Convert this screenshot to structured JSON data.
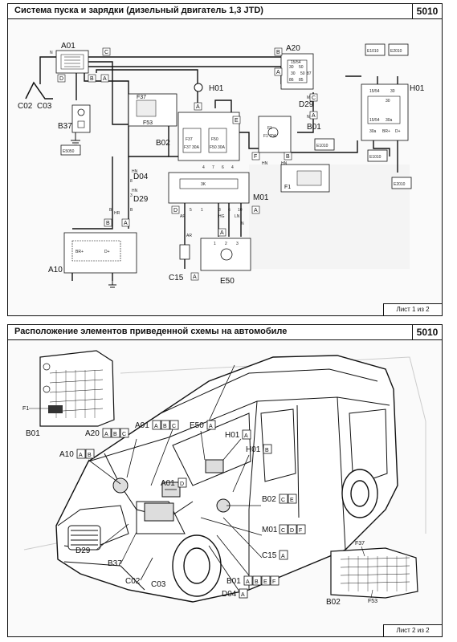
{
  "sheet1": {
    "title": "Система пуска и зарядки (дизельный двигатель 1,3 JTD)",
    "code": "5010",
    "footer": "Лист 1 из 2",
    "components": {
      "a01": "A01",
      "a20": "A20",
      "h01_top": "H01",
      "h01_right": "H01",
      "c02": "C02",
      "c03": "C03",
      "b37": "B37",
      "b02": "B02",
      "b01": "B01",
      "d29_top": "D29",
      "d04": "D04",
      "d29_left": "D29",
      "m01": "M01",
      "a10": "A10",
      "c15": "C15",
      "e50": "E50",
      "f37": "F37",
      "f53": "F53",
      "f1": "F1",
      "f37_small": "F37",
      "f50_small": "F50",
      "f1_small": "F1"
    },
    "ground_labels": [
      "E5050",
      "E1010",
      "E2010",
      "E1010",
      "E2010",
      "E1010"
    ],
    "connector_letters": [
      "C",
      "D",
      "B",
      "A",
      "B",
      "A",
      "C",
      "A",
      "A",
      "F",
      "B",
      "E",
      "D",
      "A",
      "B",
      "A",
      "A",
      "A"
    ],
    "wire_codes": [
      "N",
      "HN",
      "HN",
      "HR",
      "M",
      "N",
      "N",
      "LN",
      "HG",
      "AR",
      "AR",
      "HN",
      "HN"
    ],
    "pin_numbers": [
      "4",
      "7",
      "6",
      "4",
      "B",
      "B",
      "8",
      "3",
      "5",
      "1",
      "3",
      "6",
      "10",
      "1",
      "2",
      "3",
      "30",
      "50",
      "86",
      "85",
      "87",
      "15/54",
      "30",
      "30a",
      "BR+",
      "D+"
    ],
    "box_labels": [
      "3K",
      "15/54",
      "30",
      "50",
      "15/54",
      "30",
      "30a",
      "BR+",
      "D+",
      "F37 30A",
      "F50 30A",
      "F1 70A"
    ]
  },
  "sheet2": {
    "title": "Расположение элементов приведенной схемы на автомобиле",
    "code": "5010",
    "footer": "Лист 2 из 2",
    "inset_labels": {
      "f1": "F1",
      "b01": "B01",
      "f37": "F37",
      "b02": "B02",
      "f53": "F53"
    },
    "callouts": [
      {
        "name": "A01",
        "letters": [
          "A",
          "B",
          "C"
        ]
      },
      {
        "name": "E50",
        "letters": [
          "A"
        ]
      },
      {
        "name": "H01",
        "letters": [
          "A"
        ]
      },
      {
        "name": "A20",
        "letters": [
          "A",
          "B",
          "C"
        ]
      },
      {
        "name": "H01",
        "letters": [
          "B"
        ]
      },
      {
        "name": "A10",
        "letters": [
          "A",
          "B"
        ]
      },
      {
        "name": "A01",
        "letters": [
          "D"
        ]
      },
      {
        "name": "B02",
        "letters": [
          "C",
          "E"
        ]
      },
      {
        "name": "M01",
        "letters": [
          "C",
          "D",
          "F"
        ]
      },
      {
        "name": "D29",
        "letters": []
      },
      {
        "name": "B37",
        "letters": []
      },
      {
        "name": "C15",
        "letters": [
          "A"
        ]
      },
      {
        "name": "C02",
        "letters": []
      },
      {
        "name": "C03",
        "letters": []
      },
      {
        "name": "B01",
        "letters": [
          "A",
          "B",
          "E",
          "F"
        ]
      },
      {
        "name": "D04",
        "letters": [
          "A"
        ]
      }
    ]
  }
}
